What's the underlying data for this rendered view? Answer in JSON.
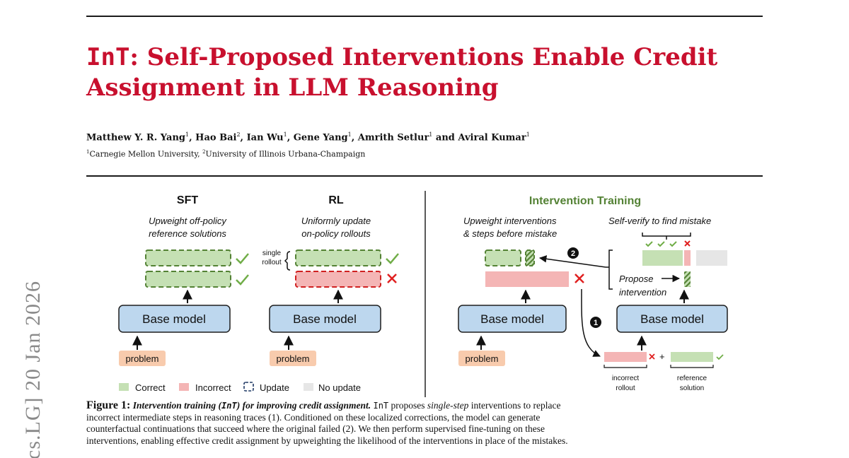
{
  "paper": {
    "title_mono": "InT",
    "title_rest": ": Self-Proposed Interventions Enable Credit Assignment in LLM Reasoning",
    "authors": [
      {
        "name": "Matthew Y. R. Yang",
        "aff": "1"
      },
      {
        "name": "Hao Bai",
        "aff": "2"
      },
      {
        "name": "Ian Wu",
        "aff": "1"
      },
      {
        "name": "Gene Yang",
        "aff": "1"
      },
      {
        "name": "Amrith Setlur",
        "aff": "1"
      },
      {
        "name": "Aviral Kumar",
        "aff": "1"
      }
    ],
    "affiliations": [
      {
        "num": "1",
        "name": "Carnegie Mellon University"
      },
      {
        "num": "2",
        "name": "University of Illinois Urbana-Champaign"
      }
    ],
    "arxiv_margin": "cs.LG]  20 Jan 2026"
  },
  "figure": {
    "sft": {
      "title": "SFT",
      "desc_line1": "Upweight off-policy",
      "desc_line2": "reference solutions",
      "model": "Base model",
      "problem": "problem"
    },
    "rl": {
      "title": "RL",
      "desc_line1": "Uniformly update",
      "desc_line2": "on-policy rollouts",
      "single_rollout_line1": "single",
      "single_rollout_line2": "rollout",
      "model": "Base model",
      "problem": "problem"
    },
    "int": {
      "title": "Intervention Training",
      "left_desc_line1": "Upweight interventions",
      "left_desc_line2": "& steps before mistake",
      "right_desc": "Self-verify to find mistake",
      "propose_line1": "Propose",
      "propose_line2": "intervention",
      "step_1": "1",
      "step_2": "2",
      "model_left": "Base model",
      "model_right": "Base model",
      "problem": "problem",
      "incorrect_rollout_line1": "incorrect",
      "incorrect_rollout_line2": "rollout",
      "reference_solution_line1": "reference",
      "reference_solution_line2": "solution",
      "plus": "+"
    },
    "legend": {
      "correct": "Correct",
      "incorrect": "Incorrect",
      "update": "Update",
      "no_update": "No update"
    },
    "colors": {
      "correct_fill": "#c5e0b4",
      "correct_border": "#548235",
      "incorrect_fill": "#f4b5b5",
      "incorrect_border": "#d02020",
      "model_fill": "#bdd7ee",
      "problem_fill": "#f8cbad",
      "no_update_fill": "#e6e6e6",
      "check": "#70ad47",
      "cross": "#e02020",
      "int_title": "#548235"
    }
  },
  "caption": {
    "label": "Figure 1:",
    "lead_a": "Intervention training (",
    "lead_mono": "InT",
    "lead_b": ") for improving credit assignment.",
    "line1_mono": "InT",
    "line1_a": " proposes ",
    "line1_em": "single-step",
    "line1_b": " interventions to replace",
    "line2": "incorrect intermediate steps in reasoning traces (1). Conditioned on these localized corrections, the model can generate",
    "line3": "counterfactual continuations that succeed where the original failed (2). We then perform supervised fine-tuning on these",
    "line4": "interventions, enabling effective credit assignment by upweighting the likelihood of the interventions in place of the mistakes."
  }
}
